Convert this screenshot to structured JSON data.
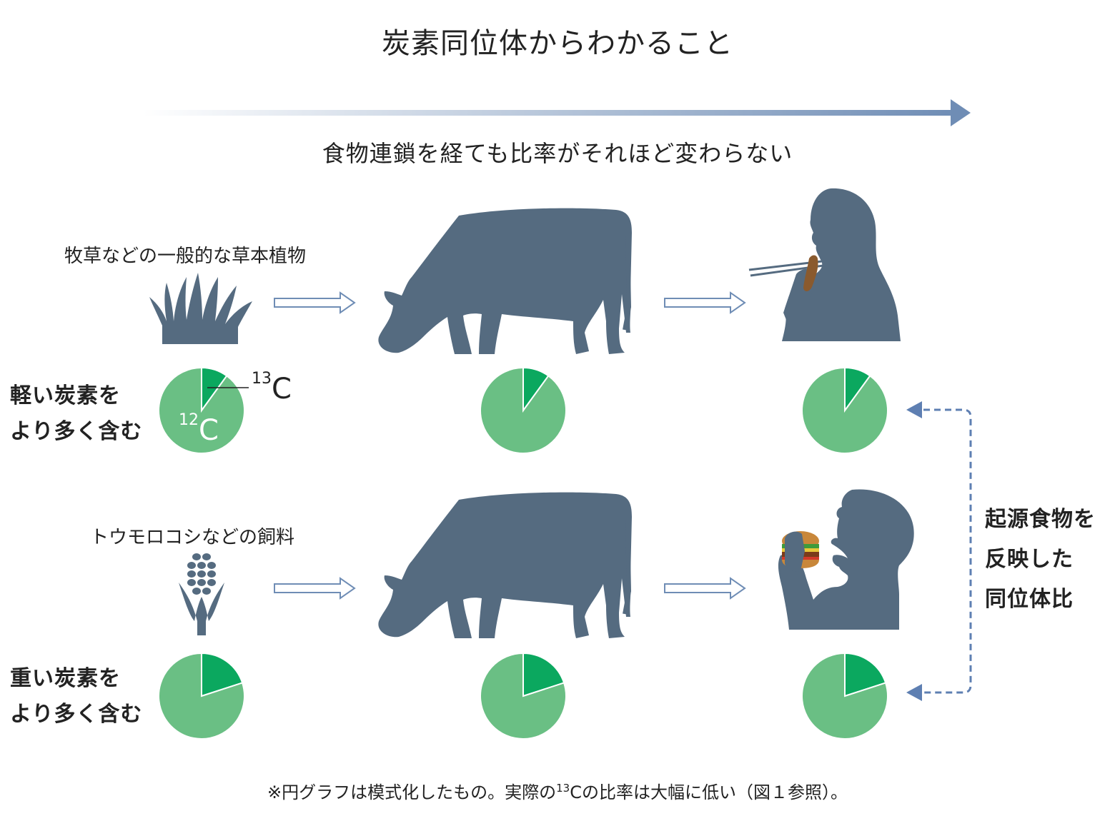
{
  "title": "炭素同位体からわかること",
  "flow_label": "食物連鎖を経ても比率がそれほど変わらない",
  "rows": [
    {
      "source_label": "牧草などの一般的な草本植物",
      "side_label_line1": "軽い炭素を",
      "side_label_line2": "より多く含む",
      "source_icon": "grass-icon",
      "consumer_icon": "woman-eating-meat-icon"
    },
    {
      "source_label": "トウモロコシなどの飼料",
      "side_label_line1": "重い炭素を",
      "side_label_line2": "より多く含む",
      "source_icon": "corn-icon",
      "consumer_icon": "man-eating-burger-icon"
    }
  ],
  "isotopes": {
    "c13_mass": "13",
    "c12_mass": "12",
    "element": "C"
  },
  "origin_label_line1": "起源食物を",
  "origin_label_line2": "反映した",
  "origin_label_line3": "同位体比",
  "footnote": {
    "before": "※円グラフは模式化したもの。実際の",
    "sup": "13",
    "after": "Cの比率は大幅に低い（図１参照）。"
  },
  "chart_data": [
    {
      "type": "pie",
      "categories": [
        "13C",
        "12C"
      ],
      "values": [
        0.1,
        0.9
      ]
    },
    {
      "type": "pie",
      "categories": [
        "13C",
        "12C"
      ],
      "values": [
        0.1,
        0.9
      ]
    },
    {
      "type": "pie",
      "categories": [
        "13C",
        "12C"
      ],
      "values": [
        0.1,
        0.9
      ]
    },
    {
      "type": "pie",
      "categories": [
        "13C",
        "12C"
      ],
      "values": [
        0.2,
        0.8
      ]
    },
    {
      "type": "pie",
      "categories": [
        "13C",
        "12C"
      ],
      "values": [
        0.2,
        0.8
      ]
    },
    {
      "type": "pie",
      "categories": [
        "13C",
        "12C"
      ],
      "values": [
        0.2,
        0.8
      ]
    }
  ],
  "colors": {
    "c13": "#0ba85f",
    "c12": "#6abf84",
    "silhouette": "#556b80",
    "arrow": "#6f8db5",
    "dash": "#5e7fb2",
    "text": "#222222"
  }
}
